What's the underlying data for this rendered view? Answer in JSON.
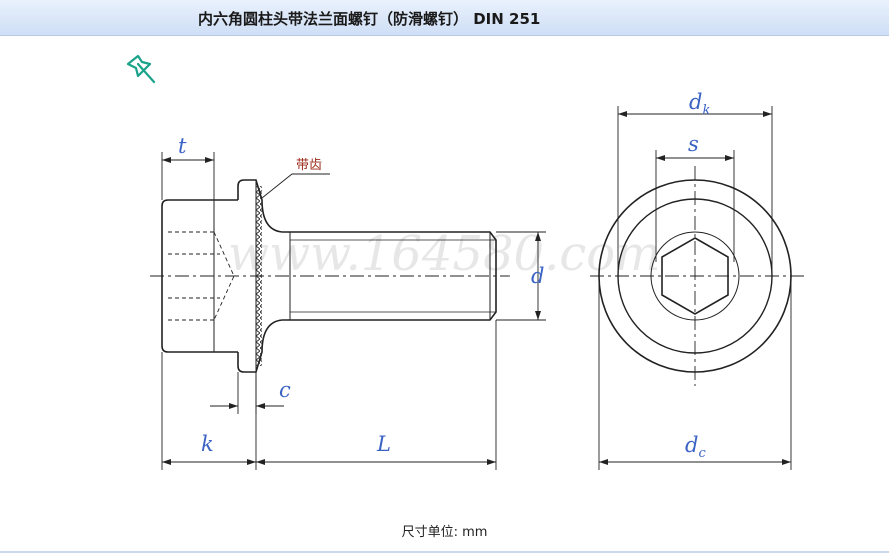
{
  "header": {
    "title": "内六角圆柱头带法兰面螺钉（防滑螺钉） DIN 251"
  },
  "toolbar": {
    "pin_icon": "pushpin-icon"
  },
  "drawing": {
    "note_serrated": "带齿",
    "watermark": "www.164580.com",
    "dimensions": {
      "t": "t",
      "c": "c",
      "k": "k",
      "L": "L",
      "d": "d",
      "dk_main": "d",
      "dk_sub": "k",
      "s": "s",
      "dc_main": "d",
      "dc_sub": "c"
    }
  },
  "footer": {
    "unit_text": "尺寸单位: mm"
  },
  "colors": {
    "accent": "#3b63c4",
    "note": "#9b2a1a",
    "line": "#222222",
    "pin": "#1aa28a",
    "title_bg": "#d8e6f8"
  }
}
